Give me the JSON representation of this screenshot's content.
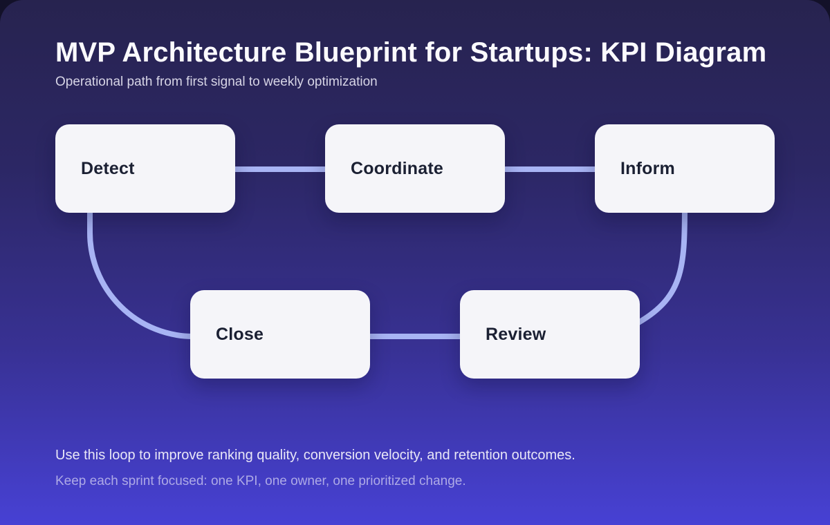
{
  "header": {
    "title": "MVP Architecture Blueprint for Startups: KPI Diagram",
    "subtitle": "Operational path from first signal to weekly optimization"
  },
  "diagram": {
    "nodes": [
      {
        "label": "Detect"
      },
      {
        "label": "Coordinate"
      },
      {
        "label": "Inform"
      },
      {
        "label": "Close"
      },
      {
        "label": "Review"
      }
    ],
    "connections": [
      {
        "from": "Detect",
        "to": "Coordinate",
        "shape": "straight"
      },
      {
        "from": "Coordinate",
        "to": "Inform",
        "shape": "straight"
      },
      {
        "from": "Detect",
        "to": "Close",
        "shape": "curve-down-left"
      },
      {
        "from": "Close",
        "to": "Review",
        "shape": "straight"
      },
      {
        "from": "Inform",
        "to": "Review",
        "shape": "curve-down-right"
      }
    ]
  },
  "footer": {
    "line1": "Use this loop to improve ranking quality, conversion velocity, and retention outcomes.",
    "line2": "Keep each sprint focused: one KPI, one owner, one prioritized change."
  },
  "colors": {
    "background_top": "#27234f",
    "background_bottom": "#4741d4",
    "backdrop": "#131129",
    "node_fill": "#f5f5f9",
    "node_text": "#1b2033",
    "connector": "#a8b4f4",
    "title_text": "#fbfafe",
    "subtitle_text": "#d7d5e6",
    "footer_primary": "#e9e7f7",
    "footer_secondary": "#aeaae6"
  }
}
